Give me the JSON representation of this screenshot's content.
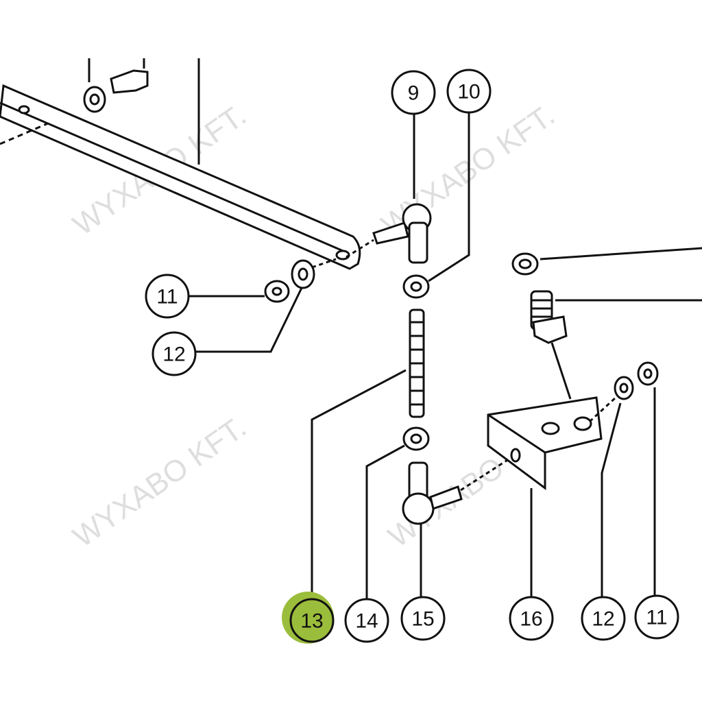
{
  "watermark": "WYXABO KFT.",
  "highlight_color": "#9bbd3c",
  "callouts": [
    {
      "label": "9",
      "highlighted": false
    },
    {
      "label": "10",
      "highlighted": false
    },
    {
      "label": "11",
      "highlighted": false
    },
    {
      "label": "12",
      "highlighted": false
    },
    {
      "label": "13",
      "highlighted": true
    },
    {
      "label": "14",
      "highlighted": false
    },
    {
      "label": "15",
      "highlighted": false
    },
    {
      "label": "16",
      "highlighted": false
    },
    {
      "label": "12",
      "highlighted": false
    },
    {
      "label": "11",
      "highlighted": false
    }
  ]
}
